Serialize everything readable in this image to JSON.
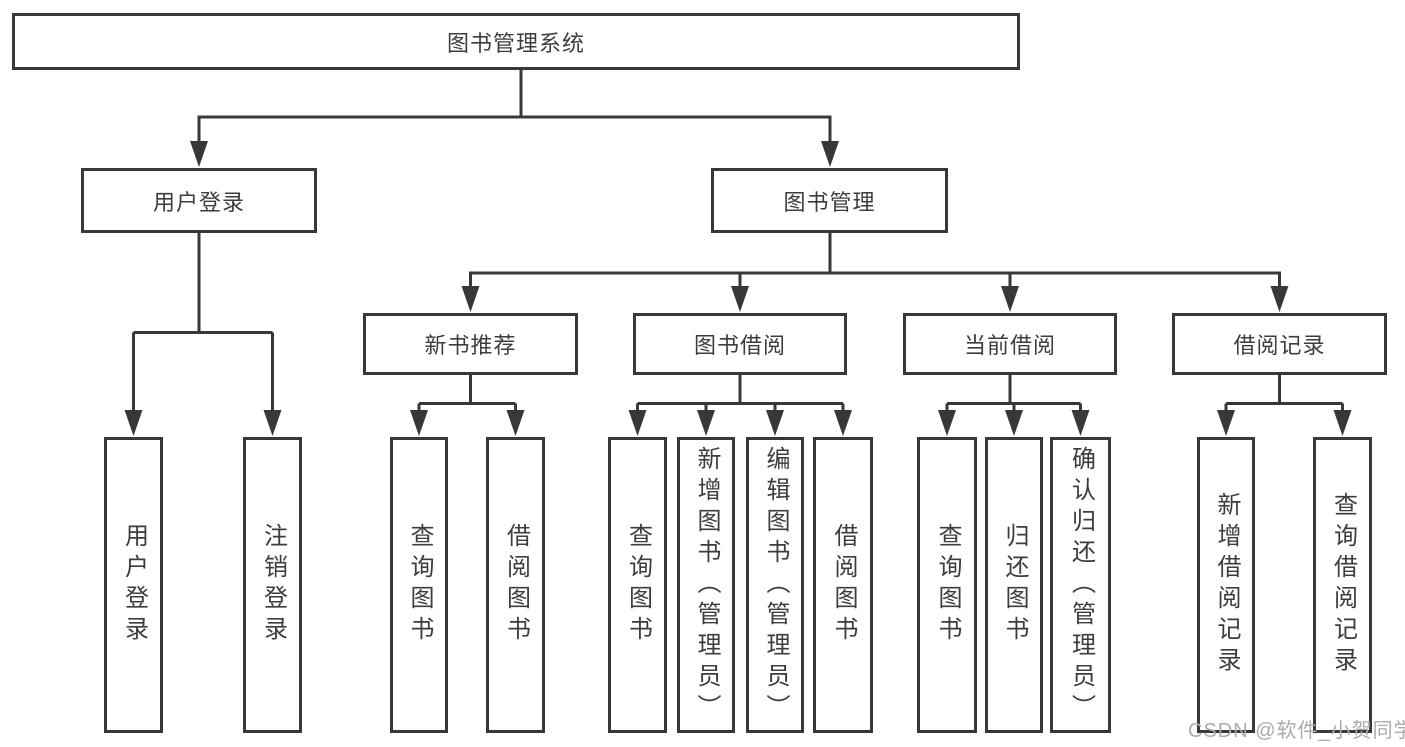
{
  "diagram": {
    "tree": {
      "label": "图书管理系统",
      "children": [
        {
          "label": "用户登录",
          "children": [
            {
              "label": "用户登录"
            },
            {
              "label": "注销登录"
            }
          ]
        },
        {
          "label": "图书管理",
          "children": [
            {
              "label": "新书推荐",
              "children": [
                {
                  "label": "查询图书"
                },
                {
                  "label": "借阅图书"
                }
              ]
            },
            {
              "label": "图书借阅",
              "children": [
                {
                  "label": "查询图书"
                },
                {
                  "label": "新增图书（管理员）"
                },
                {
                  "label": "编辑图书（管理员）"
                },
                {
                  "label": "借阅图书"
                }
              ]
            },
            {
              "label": "当前借阅",
              "children": [
                {
                  "label": "查询图书"
                },
                {
                  "label": "归还图书"
                },
                {
                  "label": "确认归还（管理员）"
                }
              ]
            },
            {
              "label": "借阅记录",
              "children": [
                {
                  "label": "新增借阅记录"
                },
                {
                  "label": "查询借阅记录"
                }
              ]
            }
          ]
        }
      ]
    },
    "colors": {
      "line": "#383838",
      "text": "#3d3d3d",
      "background": "#ffffff",
      "watermark": "#ababab"
    }
  },
  "watermark": {
    "text": "CSDN @软件_小贺同学"
  }
}
